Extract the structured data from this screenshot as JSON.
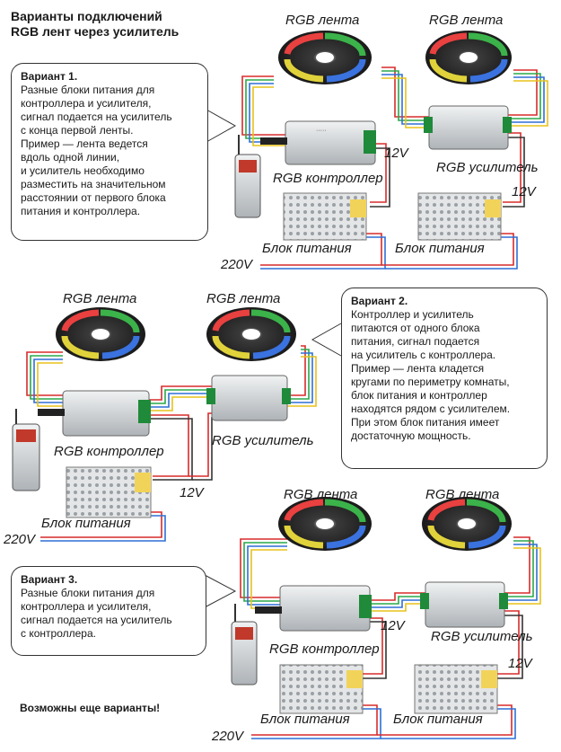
{
  "title": {
    "line1": "Варианты подключений",
    "line2": "RGB лент через усилитель"
  },
  "labels": {
    "rgb_strip": "RGB лента",
    "rgb_controller": "RGB контроллер",
    "rgb_amplifier": "RGB усилитель",
    "power_supply": "Блок питания",
    "v12": "12V",
    "v220": "220V"
  },
  "variant1": {
    "head": "Вариант 1.",
    "lines": [
      "Разные блоки питания для",
      "контроллера и усилителя,",
      "сигнал подается на усилитель",
      "с конца первой ленты.",
      "Пример — лента ведется",
      "вдоль одной линии,",
      "и усилитель необходимо",
      "разместить на значительном",
      "расстоянии от первого блока",
      "питания и контроллера."
    ]
  },
  "variant2": {
    "head": "Вариант 2.",
    "lines": [
      "Контроллер и усилитель",
      "питаются от одного блока",
      "питания, сигнал подается",
      "на усилитель с контроллера.",
      "Пример — лента кладется",
      "кругами по периметру комнаты,",
      "блок питания и контроллер",
      "находятся рядом с усилителем.",
      "При этом блок питания имеет",
      "достаточную мощность."
    ]
  },
  "variant3": {
    "head": "Вариант 3.",
    "lines": [
      "Разные блоки питания для",
      "контроллера и усилителя,",
      "сигнал подается на усилитель",
      "с контроллера."
    ]
  },
  "footer": "Возможны еще варианты!",
  "colors": {
    "wire_red": "#d92b2b",
    "wire_green": "#2aa84a",
    "wire_blue": "#2f6fd6",
    "wire_white": "#ffffff",
    "wire_yellow": "#e8c21a",
    "device_metal": "#cfd3d6",
    "psu_yellow": "#f2d35a"
  }
}
